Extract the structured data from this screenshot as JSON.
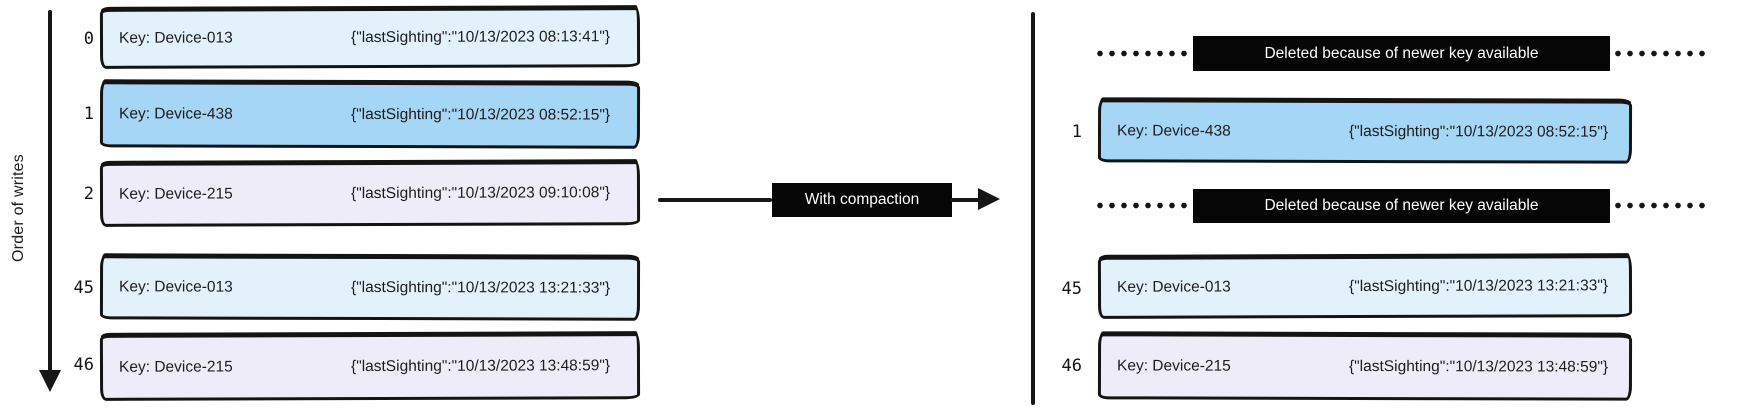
{
  "diagram": {
    "axis_label": "Order of writes",
    "transform_label": "With compaction"
  },
  "colors": {
    "light_blue": "#e3f1fb",
    "blue": "#a6d6f6",
    "lavender": "#efecf9",
    "ink": "#161616",
    "label_bg": "#060606",
    "label_text": "#ffffff"
  },
  "left_log": {
    "rows": [
      {
        "index": "0",
        "key": "Key: Device-013",
        "value": "{\"lastSighting\":\"10/13/2023 08:13:41\"}",
        "fill": "#e3f1fb"
      },
      {
        "index": "1",
        "key": "Key: Device-438",
        "value": "{\"lastSighting\":\"10/13/2023 08:52:15\"}",
        "fill": "#a6d6f6"
      },
      {
        "index": "2",
        "key": "Key: Device-215",
        "value": "{\"lastSighting\":\"10/13/2023 09:10:08\"}",
        "fill": "#efecf9"
      },
      {
        "index": "45",
        "key": "Key: Device-013",
        "value": "{\"lastSighting\":\"10/13/2023 13:21:33\"}",
        "fill": "#e3f1fb"
      },
      {
        "index": "46",
        "key": "Key: Device-215",
        "value": "{\"lastSighting\":\"10/13/2023 13:48:59\"}",
        "fill": "#efecf9"
      }
    ]
  },
  "right_log": {
    "rows": [
      {
        "type": "deleted",
        "label": "Deleted because of newer key available"
      },
      {
        "type": "record",
        "index": "1",
        "key": "Key: Device-438",
        "value": "{\"lastSighting\":\"10/13/2023 08:52:15\"}",
        "fill": "#a6d6f6"
      },
      {
        "type": "deleted",
        "label": "Deleted because of newer key available"
      },
      {
        "type": "record",
        "index": "45",
        "key": "Key: Device-013",
        "value": "{\"lastSighting\":\"10/13/2023 13:21:33\"}",
        "fill": "#e3f1fb"
      },
      {
        "type": "record",
        "index": "46",
        "key": "Key: Device-215",
        "value": "{\"lastSighting\":\"10/13/2023 13:48:59\"}",
        "fill": "#efecf9"
      }
    ]
  }
}
